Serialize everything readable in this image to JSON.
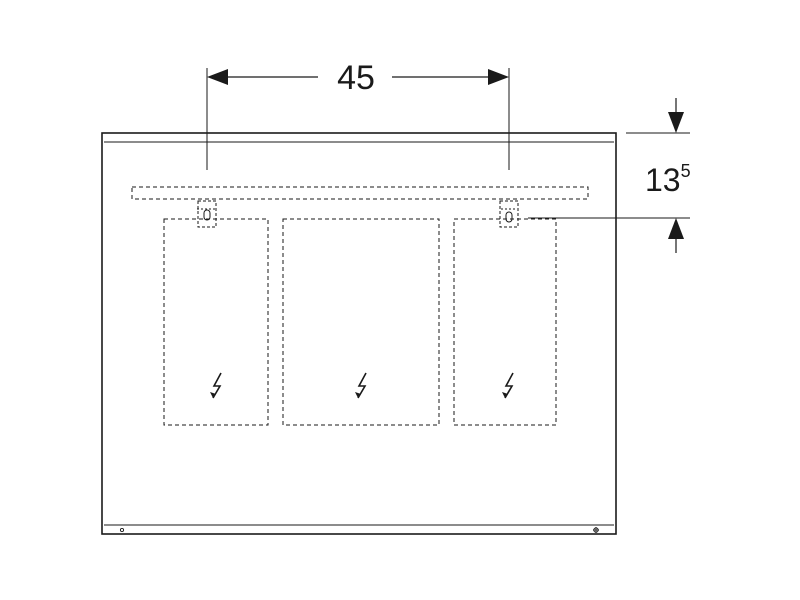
{
  "drawing": {
    "width_dimension": {
      "value": "45"
    },
    "height_offset_dimension": {
      "value": "13",
      "superscript": "5"
    },
    "socket_symbol_icons": [
      "lightning-bolt-icon",
      "lightning-bolt-icon",
      "lightning-bolt-icon"
    ],
    "colors": {
      "line": "#1a1a1a",
      "background": "#ffffff"
    }
  }
}
